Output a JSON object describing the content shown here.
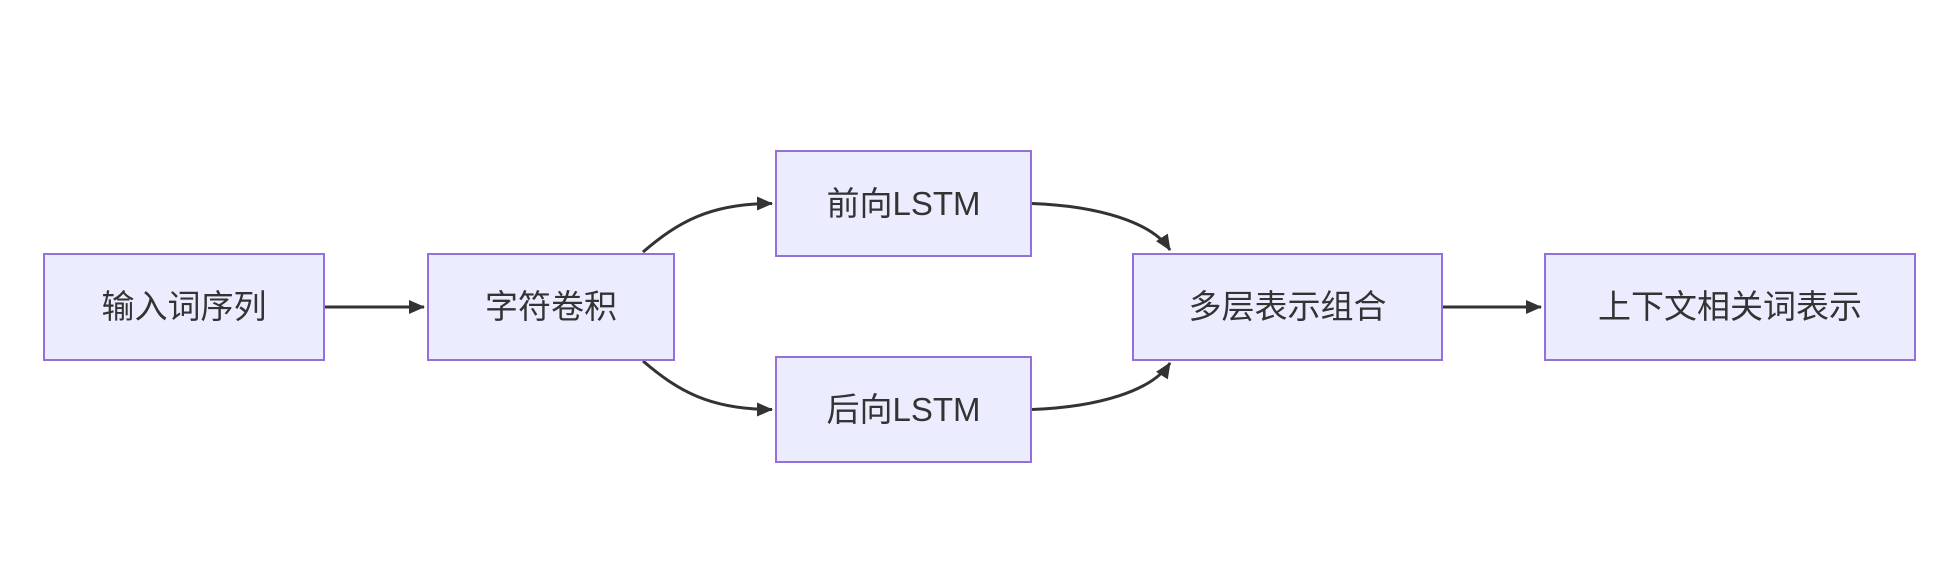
{
  "diagram": {
    "type": "flowchart",
    "direction": "left-to-right",
    "nodes": [
      {
        "id": "input",
        "label": "输入词序列"
      },
      {
        "id": "charconv",
        "label": "字符卷积"
      },
      {
        "id": "flstm",
        "label": "前向LSTM"
      },
      {
        "id": "blstm",
        "label": "后向LSTM"
      },
      {
        "id": "combine",
        "label": "多层表示组合"
      },
      {
        "id": "output",
        "label": "上下文相关词表示"
      }
    ],
    "edges": [
      {
        "from": "输入词序列",
        "to": "字符卷积"
      },
      {
        "from": "字符卷积",
        "to": "前向LSTM"
      },
      {
        "from": "字符卷积",
        "to": "后向LSTM"
      },
      {
        "from": "前向LSTM",
        "to": "多层表示组合"
      },
      {
        "from": "后向LSTM",
        "to": "多层表示组合"
      },
      {
        "from": "多层表示组合",
        "to": "上下文相关词表示"
      }
    ],
    "colors": {
      "node_fill": "#ECECFF",
      "node_border": "#9370DB",
      "arrow": "#333333",
      "text": "#333333",
      "background": "#FFFFFF"
    }
  }
}
